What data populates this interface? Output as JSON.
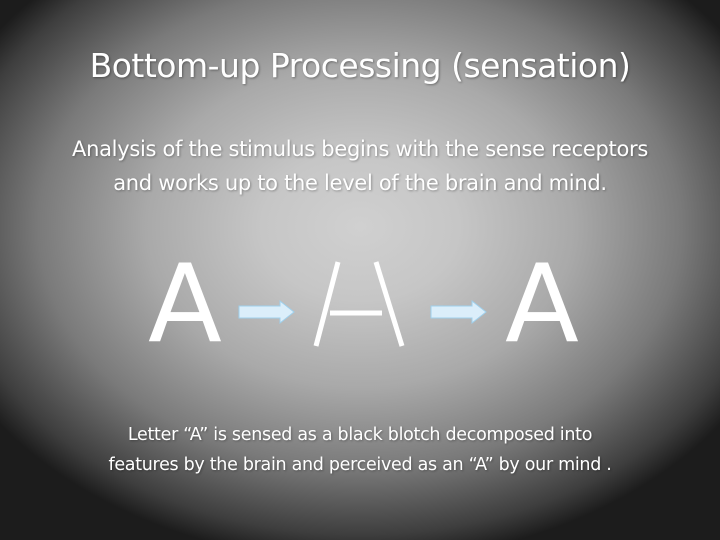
{
  "slide": {
    "title": "Bottom-up Processing (sensation)",
    "subtitle_line1": "Analysis of the stimulus begins with the sense receptors",
    "subtitle_line2": "and works up to the level of the brain and mind.",
    "figure": {
      "letter_left": "A",
      "letter_right": "A",
      "middle_icon": "decomposed-letter-a-features",
      "arrow_icon": "right-arrow",
      "arrow_color": "#dbeefa"
    },
    "caption_line1": "Letter “A” is sensed as a black blotch decomposed into",
    "caption_line2": "features by the brain and perceived as an “A” by our mind ."
  }
}
